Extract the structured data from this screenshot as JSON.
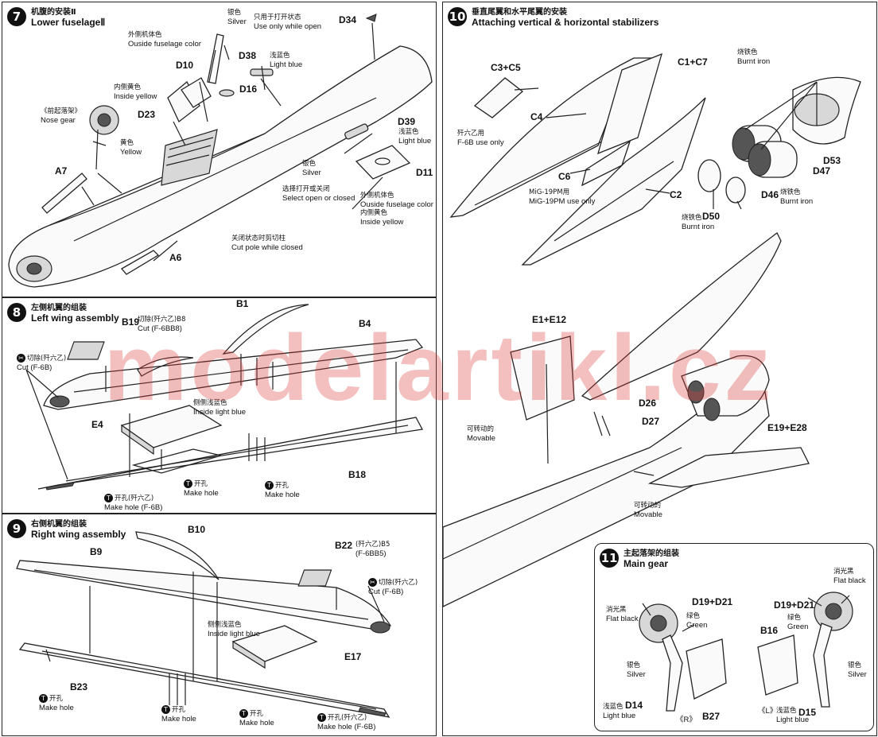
{
  "step7": {
    "num": "7",
    "title_cn": "机腹的安装Ⅱ",
    "title_en": "Lower fuselageⅡ",
    "labels": {
      "silver_cn": "银色",
      "silver_en": "Silver",
      "open_cn": "只用于打开状态",
      "open_en": "Use only while open",
      "outside_cn": "外侧机体色",
      "outside_en": "Ouside fuselage color",
      "inside_cn": "内侧黄色",
      "inside_en": "Inside yellow",
      "lightblue_cn": "浅蓝色",
      "lightblue_en": "Light blue",
      "nosegear_cn": "《前起落架》",
      "nosegear_en": "Nose gear",
      "yellow_cn": "黄色",
      "yellow_en": "Yellow",
      "lightblue2_cn": "浅蓝色",
      "lightblue2_en": "Light blue",
      "silver2_cn": "银色",
      "silver2_en": "Silver",
      "select_cn": "选择打开或关闭",
      "select_en": "Select open or closed",
      "outside2_cn": "外侧机体色",
      "outside2_en": "Ouside fuselage color",
      "inside2_cn": "内侧黄色",
      "inside2_en": "Inside yellow",
      "cutpole_cn": "关闭状态时剪切柱",
      "cutpole_en": "Cut pole while closed"
    },
    "parts": [
      "D34",
      "D38",
      "D10",
      "D16",
      "D23",
      "D39",
      "D11",
      "A7",
      "A6"
    ]
  },
  "step8": {
    "num": "8",
    "title_cn": "左侧机翼的组装",
    "title_en": "Left wing assembly",
    "parts": [
      "B1",
      "B19",
      "B4",
      "E4",
      "B18"
    ],
    "labels": {
      "cutb8_cn": "切除(歼六乙)B8",
      "cutb8_en": "Cut (F-6BB8)",
      "cut_cn": "切除(歼六乙)",
      "cut_en": "Cut (F-6B)",
      "insidelb_cn": "侧侧浅蓝色",
      "insidelb_en": "Inside light blue",
      "makehole_cn": "开孔",
      "makehole_en": "Make hole",
      "makehole2_cn": "开孔",
      "makehole2_en": "Make hole",
      "makeholef6b_cn": "开孔(歼六乙)",
      "makeholef6b_en": "Make hole (F-6B)"
    }
  },
  "step9": {
    "num": "9",
    "title_cn": "右侧机翼的组装",
    "title_en": "Right wing assembly",
    "parts": [
      "B10",
      "B9",
      "B22",
      "E17",
      "B23"
    ],
    "labels": {
      "b22_cn": "(歼六乙)B5",
      "b22_en": "(F-6BB5)",
      "cut_cn": "切除(歼六乙)",
      "cut_en": "Cut (F-6B)",
      "insidelb_cn": "侧侧浅蓝色",
      "insidelb_en": "Inside light blue",
      "makehole_cn": "开孔",
      "makehole_en": "Make hole",
      "makehole2_cn": "开孔",
      "makehole2_en": "Make hole",
      "makehole3_cn": "开孔",
      "makehole3_en": "Make hole",
      "makeholef6b_cn": "开孔(歼六乙)",
      "makeholef6b_en": "Make hole (F-6B)"
    }
  },
  "step10": {
    "num": "10",
    "title_cn": "垂直尾翼和水平尾翼的安装",
    "title_en": "Attaching vertical & horizontal stabilizers",
    "parts": [
      "C3+C5",
      "C1+C7",
      "C4",
      "C6",
      "C2",
      "D53",
      "D47",
      "D46",
      "D50",
      "E1+E12",
      "D26",
      "D27",
      "E19+E28"
    ],
    "labels": {
      "f6b_cn": "歼六乙用",
      "f6b_en": "F-6B use only",
      "mig_cn": "MiG-19PM用",
      "mig_en": "MiG-19PM use only",
      "burnt_cn": "烧铁色",
      "burnt_en": "Burnt iron",
      "burnt2_cn": "烧铁色",
      "burnt2_en": "Burnt iron",
      "burnt3_cn": "烧铁色",
      "burnt3_en": "Burnt iron",
      "movable_cn": "可转动的",
      "movable_en": "Movable",
      "movable2_cn": "可转动的",
      "movable2_en": "Movable"
    }
  },
  "step11": {
    "num": "11",
    "title_cn": "主起落架的组装",
    "title_en": "Main gear",
    "parts": [
      "D19+D21",
      "D19+D21",
      "B16",
      "D14",
      "B27",
      "D15"
    ],
    "labels": {
      "flat_cn": "消光黑",
      "flat_en": "Flat black",
      "flat2_cn": "消光黑",
      "flat2_en": "Flat black",
      "green_cn": "绿色",
      "green_en": "Green",
      "green2_cn": "绿色",
      "green2_en": "Green",
      "silver_cn": "银色",
      "silver_en": "Silver",
      "silver2_cn": "银色",
      "silver2_en": "Silver",
      "lb_cn": "浅蓝色",
      "lb_en": "Light blue",
      "lb2_cn": "浅蓝色",
      "lb2_en": "Light blue",
      "r": "《R》",
      "l": "《L》"
    }
  },
  "watermark": "modelartikl.cz"
}
